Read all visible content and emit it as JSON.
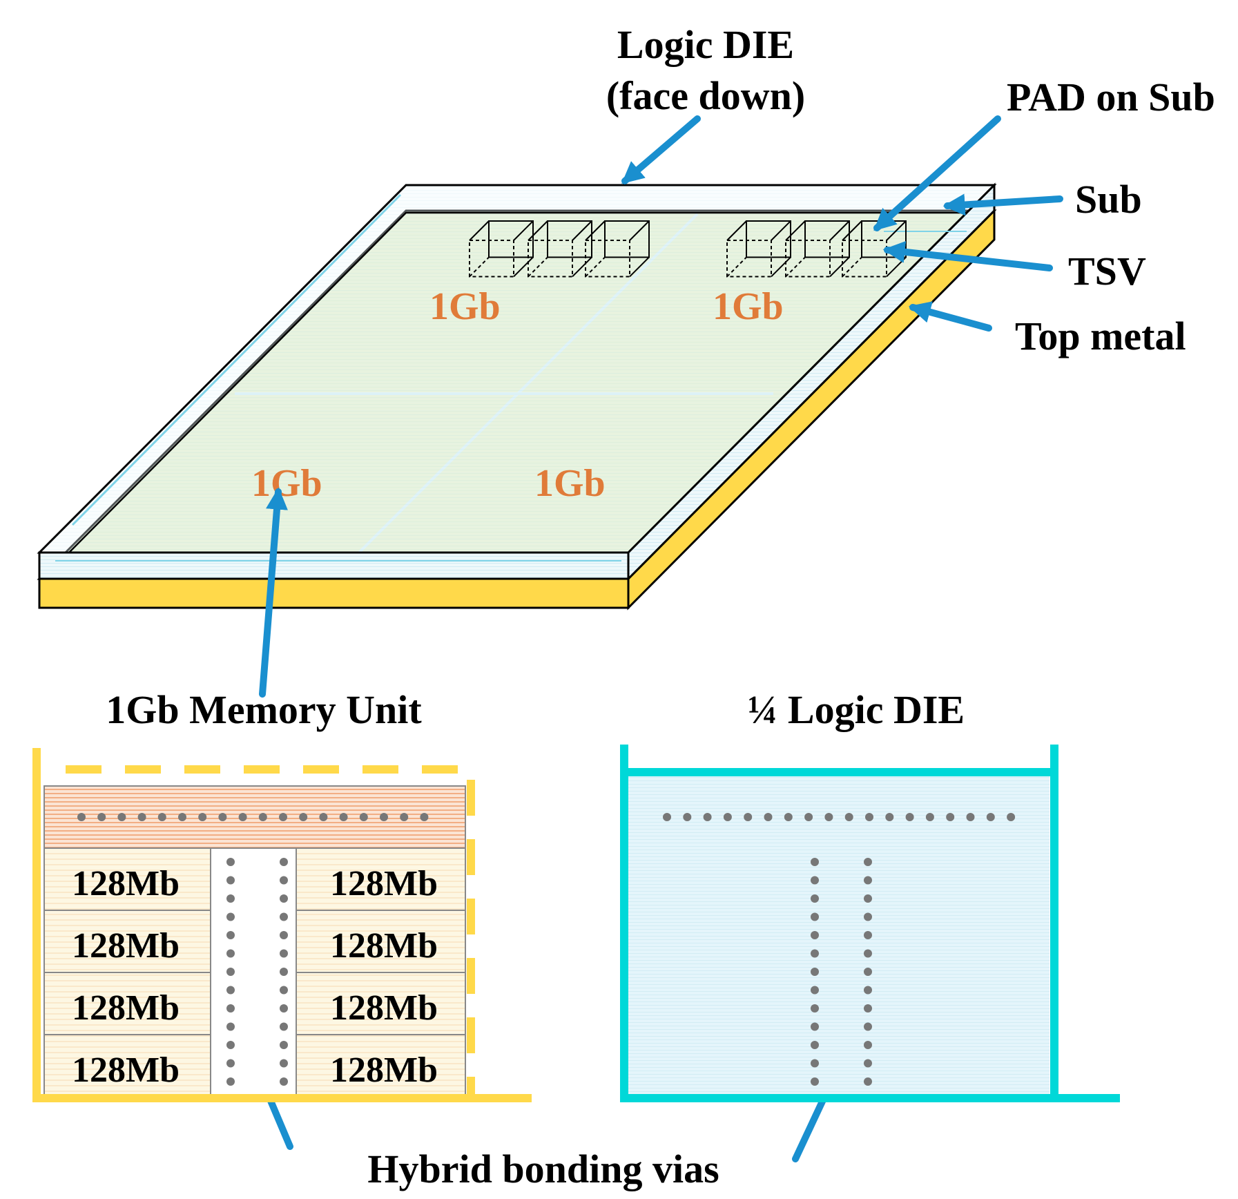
{
  "labels": {
    "logic_die": "Logic DIE",
    "face_down": "(face down)",
    "pad_on_sub": "PAD on Sub",
    "sub": "Sub",
    "tsv": "TSV",
    "top_metal": "Top metal",
    "memory_unit": "1Gb Memory Unit",
    "quarter_logic_die": "¼ Logic DIE",
    "hybrid_bonding_vias": "Hybrid bonding vias"
  },
  "die_blocks": [
    "1Gb",
    "1Gb",
    "1Gb",
    "1Gb"
  ],
  "memory_banks_left": [
    "128Mb",
    "128Mb",
    "128Mb",
    "128Mb"
  ],
  "memory_banks_right": [
    "128Mb",
    "128Mb",
    "128Mb",
    "128Mb"
  ],
  "colors": {
    "arrow": "#1a8fcf",
    "gold": "#ffd94a",
    "orange_text": "#e07b39",
    "cyan": "#00d8d8",
    "die_fill": "#e6f3d2"
  }
}
